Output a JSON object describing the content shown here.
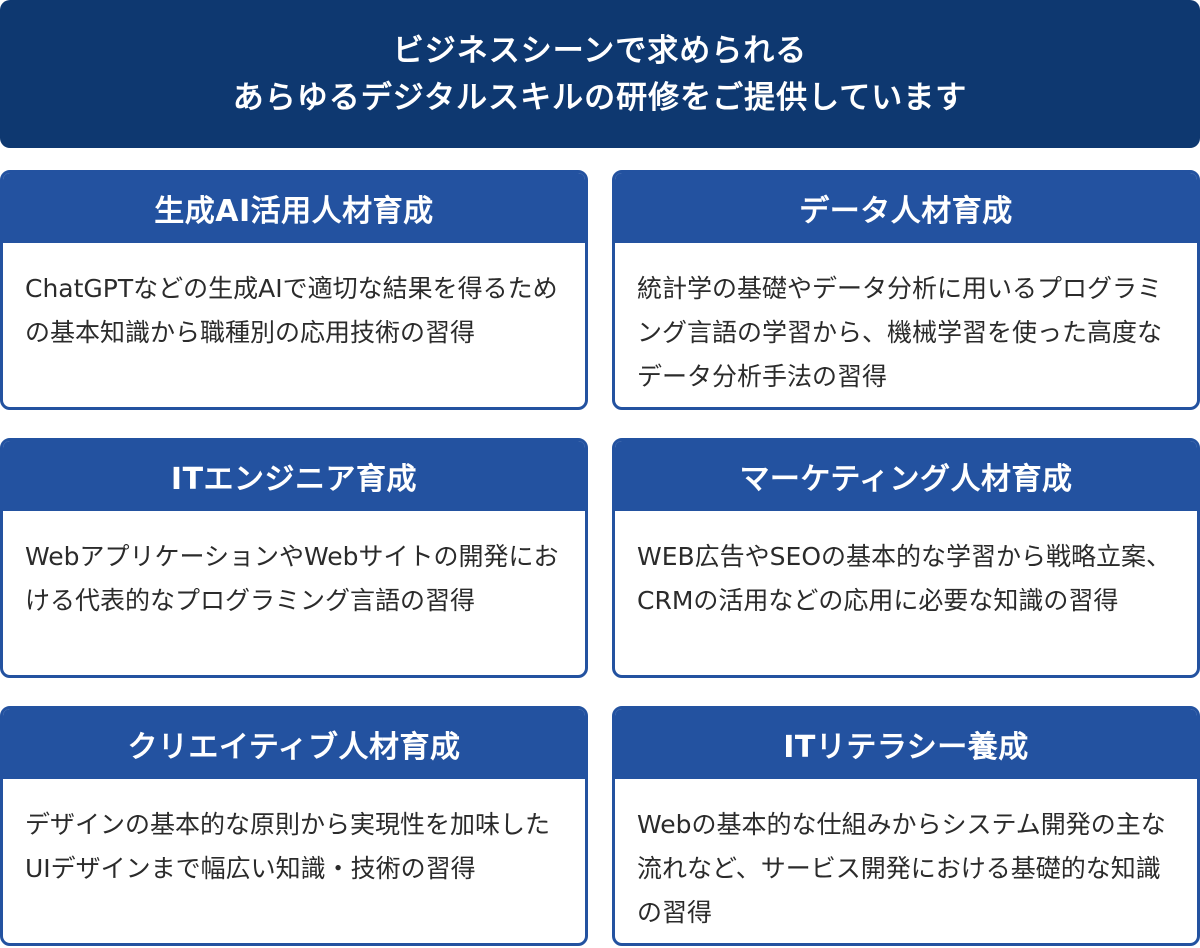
{
  "header": {
    "line1": "ビジネスシーンで求められる",
    "line2": "あらゆるデジタルスキルの研修をご提供しています"
  },
  "courses": [
    {
      "title": "生成AI活用人材育成",
      "description": "ChatGPTなどの生成AIで適切な結果を得るための基本知識から職種別の応用技術の習得"
    },
    {
      "title": "データ人材育成",
      "description": "統計学の基礎やデータ分析に用いるプログラミング言語の学習から、機械学習を使った高度なデータ分析手法の習得"
    },
    {
      "title": "ITエンジニア育成",
      "description": "WebアプリケーションやWebサイトの開発における代表的なプログラミング言語の習得"
    },
    {
      "title": "マーケティング人材育成",
      "description": "WEB広告やSEOの基本的な学習から戦略立案、CRMの活用などの応用に必要な知識の習得"
    },
    {
      "title": "クリエイティブ人材育成",
      "description": "デザインの基本的な原則から実現性を加味したUIデザインまで幅広い知識・技術の習得"
    },
    {
      "title": "ITリテラシー養成",
      "description": "Webの基本的な仕組みからシステム開発の主な流れなど、サービス開発における基礎的な知識の習得"
    }
  ]
}
